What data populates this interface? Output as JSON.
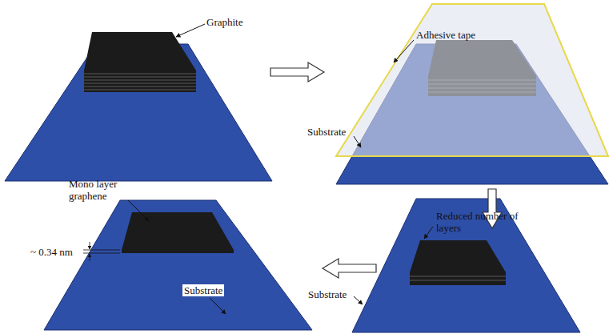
{
  "diagram": {
    "labels": [
      "Graphite",
      "Adhesive tape",
      "Substrate",
      "Substrate",
      "Mono layer graphene",
      "~ 0.34 nm",
      "Reduced number of layers",
      "Substrate"
    ]
  }
}
